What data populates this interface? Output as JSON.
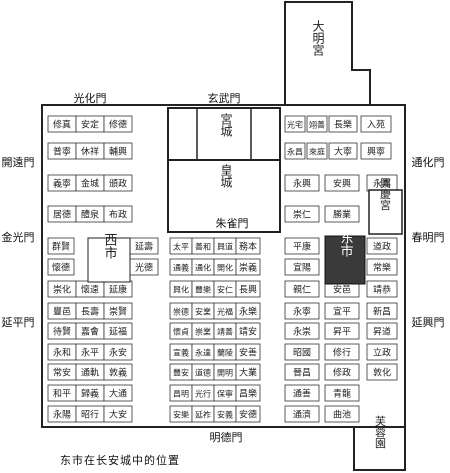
{
  "caption": "东市在长安城中的位置",
  "gates": {
    "top_left": "光化門",
    "top_mid": "玄武門",
    "bottom": "明德門",
    "left_1": "開遠門",
    "left_2": "金光門",
    "left_3": "延平門",
    "right_1": "通化門",
    "right_2": "春明門",
    "right_3": "延興門",
    "zhuque": "朱雀門"
  },
  "landmarks": {
    "daming": "大明宮",
    "gongcheng": "宮城",
    "huangcheng": "皇城",
    "xishi": "西市",
    "dongshi": "东市",
    "xingqing": "興慶宮",
    "furong": "芙蓉園"
  },
  "wards": {
    "w1": [
      "修真",
      "安定",
      "修德"
    ],
    "w2": [
      "普寧",
      "休祥",
      "輔興"
    ],
    "w3": [
      "義寧",
      "金城",
      "頒政"
    ],
    "w4": [
      "居德",
      "醴泉",
      "布政"
    ],
    "w5": [
      "群賢",
      "延壽"
    ],
    "w6": [
      "懷德",
      "光德"
    ],
    "w7": [
      "崇化",
      "懷遠",
      "延康"
    ],
    "w8": [
      "豐邑",
      "長壽",
      "崇賢"
    ],
    "w9": [
      "待賢",
      "嘉會",
      "延福"
    ],
    "w10": [
      "永和",
      "永平",
      "永安"
    ],
    "w11": [
      "常安",
      "通軌",
      "敦義"
    ],
    "w12": [
      "和平",
      "歸義",
      "大通"
    ],
    "w13": [
      "永陽",
      "昭行",
      "大安"
    ],
    "c1": [
      "太平",
      "善和",
      "興道",
      "務本"
    ],
    "c2": [
      "通義",
      "通化",
      "開化",
      "崇義"
    ],
    "c3": [
      "興化",
      "豐樂",
      "安仁",
      "長興"
    ],
    "c4": [
      "崇德",
      "安業",
      "光福",
      "永樂"
    ],
    "c5": [
      "懷貞",
      "崇業",
      "靖善",
      "靖安"
    ],
    "c6": [
      "宣義",
      "永達",
      "蘭陵",
      "安善"
    ],
    "c7": [
      "豐安",
      "道德",
      "開明",
      "大業"
    ],
    "c8": [
      "昌明",
      "光行",
      "保寧",
      "昌樂"
    ],
    "c9": [
      "安樂",
      "延祚",
      "安義",
      "安德"
    ],
    "e_top": [
      "光宅",
      "翊善",
      "長樂",
      "入苑"
    ],
    "e_top2": [
      "永昌",
      "來庭",
      "大寧",
      "興寧"
    ],
    "e1": [
      "永興",
      "安興",
      "永嘉"
    ],
    "e2": [
      "崇仁",
      "勝業"
    ],
    "e3": [
      "平康",
      "道政"
    ],
    "e4": [
      "宣陽",
      "常樂"
    ],
    "e5": [
      "親仁",
      "安邑",
      "靖恭"
    ],
    "e6": [
      "永寧",
      "宣平",
      "新昌"
    ],
    "e7": [
      "永崇",
      "昇平",
      "昇道"
    ],
    "e8": [
      "昭國",
      "修行",
      "立政"
    ],
    "e9": [
      "晉昌",
      "修政",
      "敦化"
    ],
    "e10": [
      "通善",
      "青龍"
    ],
    "e11": [
      "通濟",
      "曲池"
    ]
  }
}
